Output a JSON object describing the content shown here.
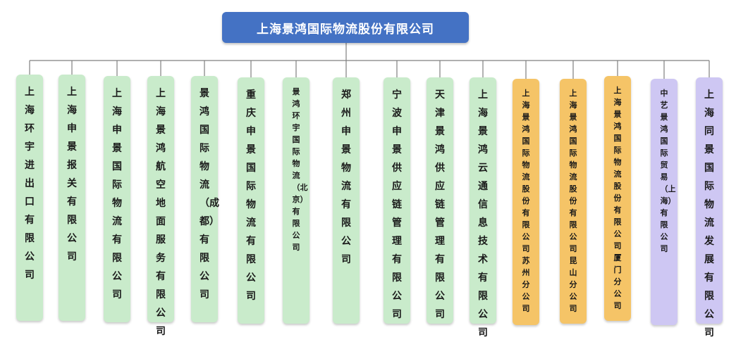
{
  "colors": {
    "root": "#4472c4",
    "connector": "#7f7f7f",
    "subsidiary": "#c9ebcb",
    "branch": "#f5c467",
    "affiliate": "#cec7f3"
  },
  "root": {
    "label": "上海景鸿国际物流股份有限公司"
  },
  "nodes": [
    {
      "label": "上海环宇进出口有限公司",
      "type": "subsidiary"
    },
    {
      "label": "上海申景报关有限公司",
      "type": "subsidiary"
    },
    {
      "label": "上海申景国际物流有限公司",
      "type": "subsidiary"
    },
    {
      "label": "上海景鸿航空地面服务有限公司",
      "type": "subsidiary"
    },
    {
      "label": "景鸿国际物流（成都）有限公司",
      "type": "subsidiary"
    },
    {
      "label": "重庆申景国际物流有限公司",
      "type": "subsidiary"
    },
    {
      "label": "景鸿环宇国际物流（北京）有限公司",
      "type": "subsidiary"
    },
    {
      "label": "郑州申景物流有限公司",
      "type": "subsidiary"
    },
    {
      "label": "宁波申景供应链管理有限公司",
      "type": "subsidiary"
    },
    {
      "label": "天津景鸿供应链管理有限公司",
      "type": "subsidiary"
    },
    {
      "label": "上海景鸿云通信息技术有限公司",
      "type": "subsidiary"
    },
    {
      "label": "上海景鸿国际物流股份有限公司苏州分公司",
      "type": "branch"
    },
    {
      "label": "上海景鸿国际物流股份有限公司昆山分公司",
      "type": "branch"
    },
    {
      "label": "上海景鸿国际物流股份有限公司厦门分公司",
      "type": "branch"
    },
    {
      "label": "中艺景鸿国际贸易（上海）有限公司",
      "type": "affiliate"
    },
    {
      "label": "上海同景国际物流发展有限公司",
      "type": "affiliate"
    }
  ]
}
